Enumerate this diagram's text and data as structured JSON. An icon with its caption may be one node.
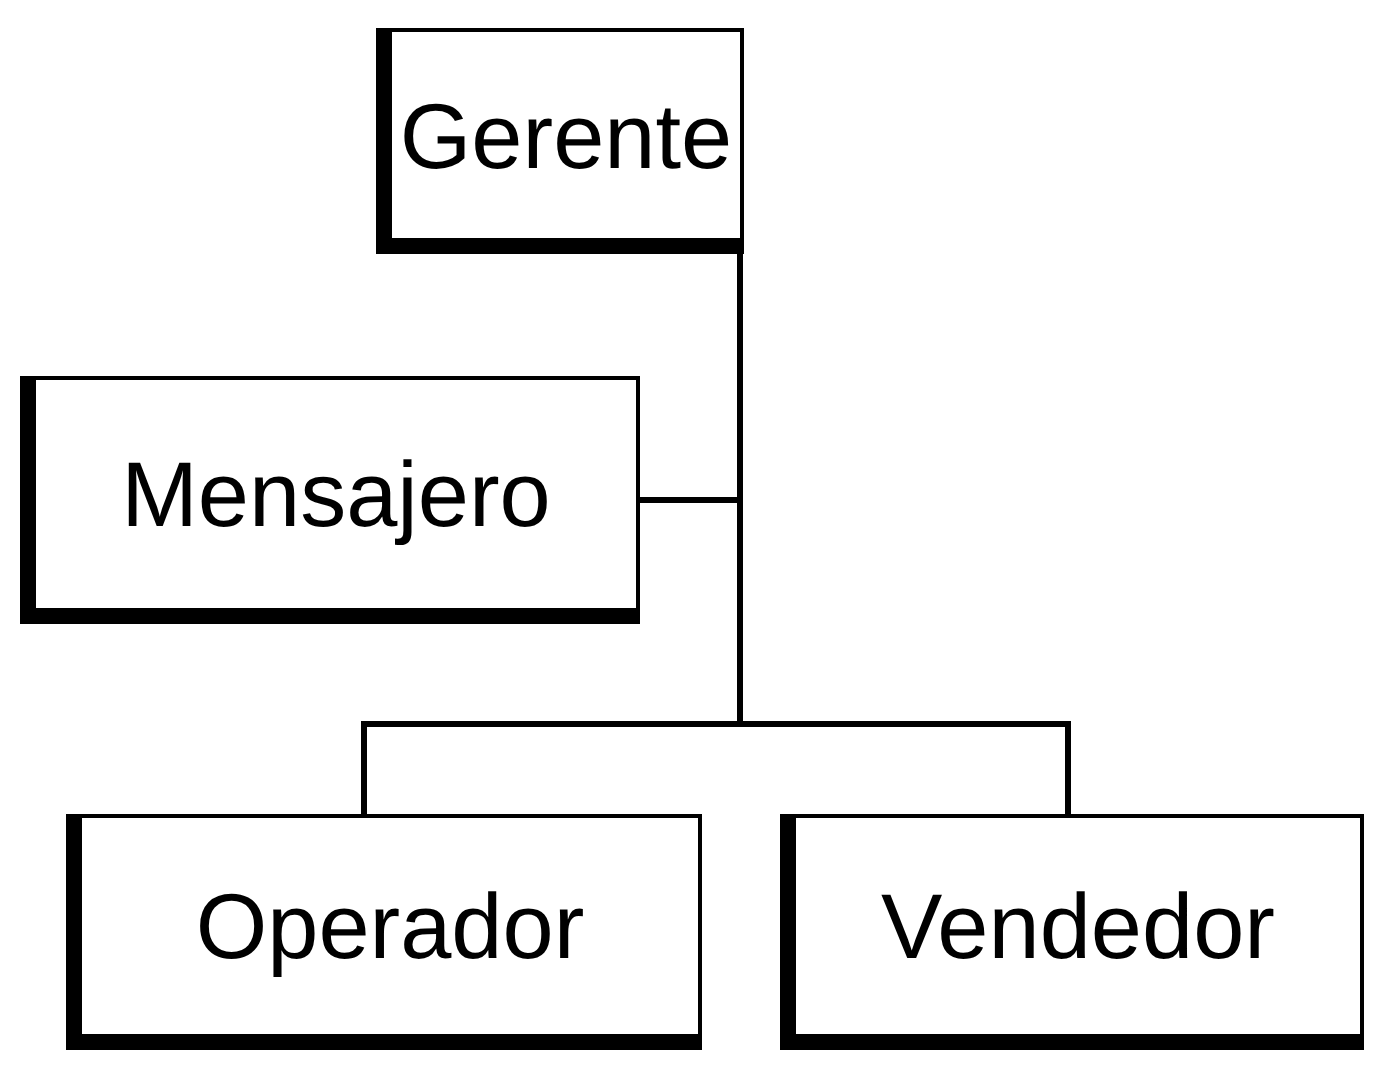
{
  "diagram": {
    "nodes": [
      {
        "text": [
          "Gerente"
        ]
      },
      {
        "text": [
          "Mensajero"
        ]
      },
      {
        "text": [
          "Operador"
        ]
      },
      {
        "text": [
          "Vendedor"
        ]
      }
    ],
    "edges": [
      {
        "from": 0,
        "to": 1,
        "arrow": "none"
      },
      {
        "from": 0,
        "to": 2,
        "arrow": "none"
      },
      {
        "from": 0,
        "to": 3,
        "arrow": "none"
      }
    ]
  }
}
